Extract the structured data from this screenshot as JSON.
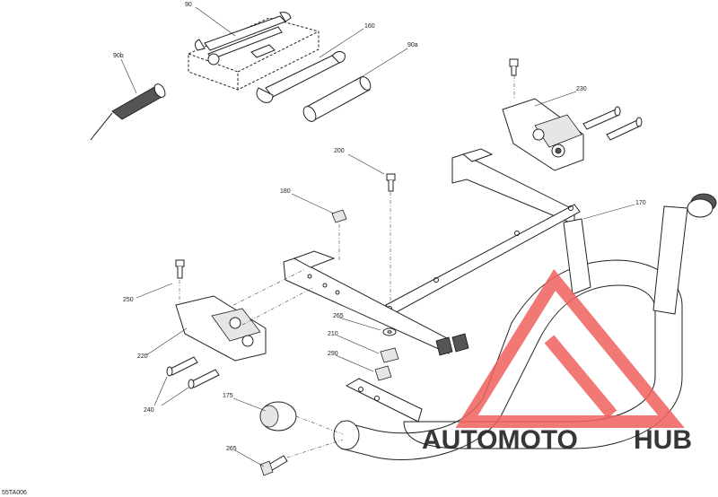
{
  "diagram": {
    "code": "55TA006",
    "callouts": [
      {
        "id": "90",
        "label": "90"
      },
      {
        "id": "90b",
        "label": "90b"
      },
      {
        "id": "160",
        "label": "160"
      },
      {
        "id": "90a",
        "label": "90a"
      },
      {
        "id": "230",
        "label": "230"
      },
      {
        "id": "200",
        "label": "200"
      },
      {
        "id": "170",
        "label": "170"
      },
      {
        "id": "180",
        "label": "180"
      },
      {
        "id": "250",
        "label": "250"
      },
      {
        "id": "265a",
        "label": "265"
      },
      {
        "id": "210",
        "label": "210"
      },
      {
        "id": "220",
        "label": "220"
      },
      {
        "id": "290",
        "label": "290"
      },
      {
        "id": "240",
        "label": "240"
      },
      {
        "id": "175",
        "label": "175"
      },
      {
        "id": "265b",
        "label": "265"
      }
    ]
  },
  "watermark": {
    "word_orange": "AUTOMOTO",
    "word_dark": "HUB",
    "color_triangle": "#f0605d",
    "color_orange": "#f3a020",
    "color_dark": "#3a3a3a"
  }
}
